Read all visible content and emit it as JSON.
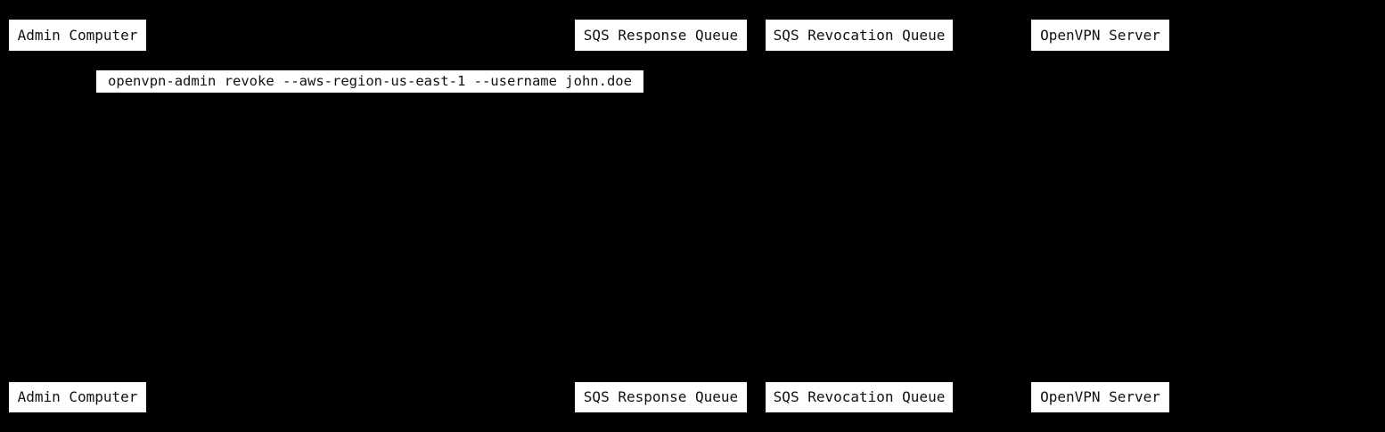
{
  "diagram": {
    "type": "sequence-diagram",
    "background_color": "#000000",
    "box_fill_color": "#ffffff",
    "box_text_color": "#111111",
    "actors": [
      {
        "id": "admin-computer",
        "label": "Admin Computer"
      },
      {
        "id": "sqs-response-queue",
        "label": "SQS Response Queue"
      },
      {
        "id": "sqs-revocation-queue",
        "label": "SQS Revocation Queue"
      },
      {
        "id": "openvpn-server",
        "label": "OpenVPN Server"
      }
    ],
    "messages": [
      {
        "from": "admin-computer",
        "to": "sqs-response-queue",
        "text": "openvpn-admin revoke --aws-region-us-east-1 --username john.doe"
      }
    ]
  }
}
